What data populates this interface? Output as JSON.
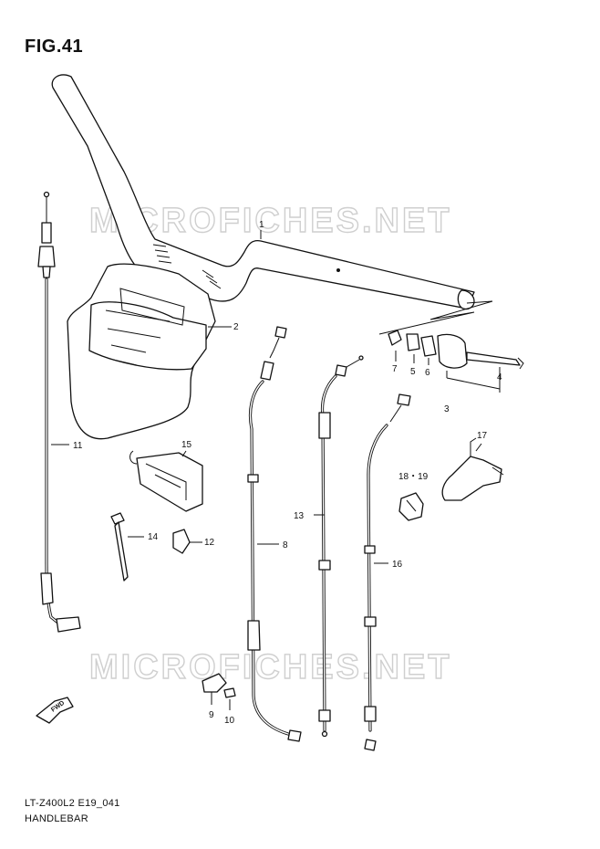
{
  "figure": {
    "title": "FIG.41",
    "model_code": "LT-Z400L2 E19_041",
    "section_name": "HANDLEBAR"
  },
  "watermarks": [
    "MICROFICHES.NET",
    "MICROFICHES.NET"
  ],
  "fwd_arrow_label": "FWD",
  "callouts": [
    {
      "id": "callout-1",
      "label": "1"
    },
    {
      "id": "callout-2",
      "label": "2"
    },
    {
      "id": "callout-3",
      "label": "3"
    },
    {
      "id": "callout-4",
      "label": "4"
    },
    {
      "id": "callout-5",
      "label": "5"
    },
    {
      "id": "callout-6",
      "label": "6"
    },
    {
      "id": "callout-7",
      "label": "7"
    },
    {
      "id": "callout-8",
      "label": "8"
    },
    {
      "id": "callout-9",
      "label": "9"
    },
    {
      "id": "callout-10",
      "label": "10"
    },
    {
      "id": "callout-11",
      "label": "11"
    },
    {
      "id": "callout-12",
      "label": "12"
    },
    {
      "id": "callout-13",
      "label": "13"
    },
    {
      "id": "callout-14",
      "label": "14"
    },
    {
      "id": "callout-15",
      "label": "15"
    },
    {
      "id": "callout-16",
      "label": "16"
    },
    {
      "id": "callout-17",
      "label": "17"
    },
    {
      "id": "callout-18-19",
      "label": "18・19"
    }
  ]
}
